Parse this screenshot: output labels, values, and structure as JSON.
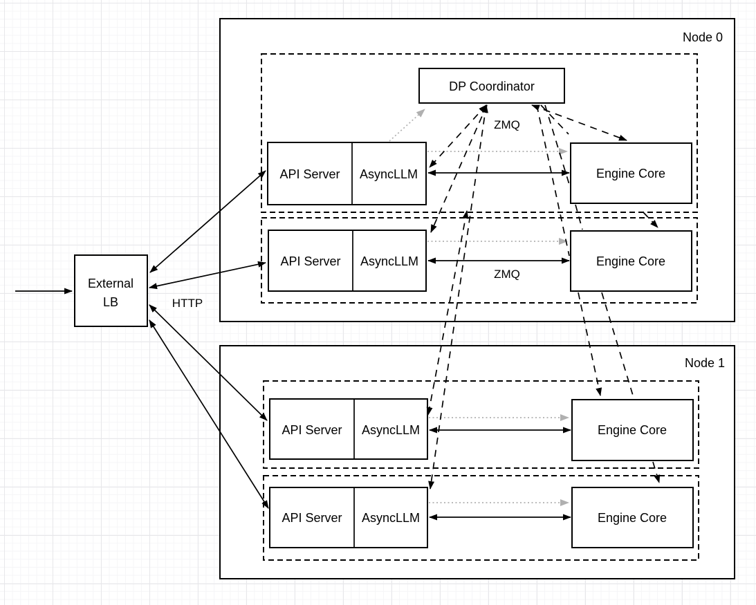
{
  "canvas": {
    "background": "#ffffff",
    "grid_minor_color": "#f5f5f7",
    "grid_major_color": "#e7e7ea"
  },
  "colors": {
    "stroke": "#000000",
    "box_fill": "#ffffff",
    "dotted_arrow_gray": "#b0b0b0"
  },
  "external_lb": {
    "line1": "External",
    "line2": "LB"
  },
  "labels": {
    "http": "HTTP",
    "zmq_node0_top": "ZMQ",
    "zmq_node0_row2": "ZMQ"
  },
  "nodes": [
    {
      "name": "Node 0",
      "coordinator": "DP Coordinator",
      "rows": [
        {
          "api_server": "API Server",
          "async_llm": "AsyncLLM",
          "engine_core": "Engine Core"
        },
        {
          "api_server": "API Server",
          "async_llm": "AsyncLLM",
          "engine_core": "Engine Core"
        }
      ]
    },
    {
      "name": "Node 1",
      "rows": [
        {
          "api_server": "API Server",
          "async_llm": "AsyncLLM",
          "engine_core": "Engine Core"
        },
        {
          "api_server": "API Server",
          "async_llm": "AsyncLLM",
          "engine_core": "Engine Core"
        }
      ]
    }
  ]
}
